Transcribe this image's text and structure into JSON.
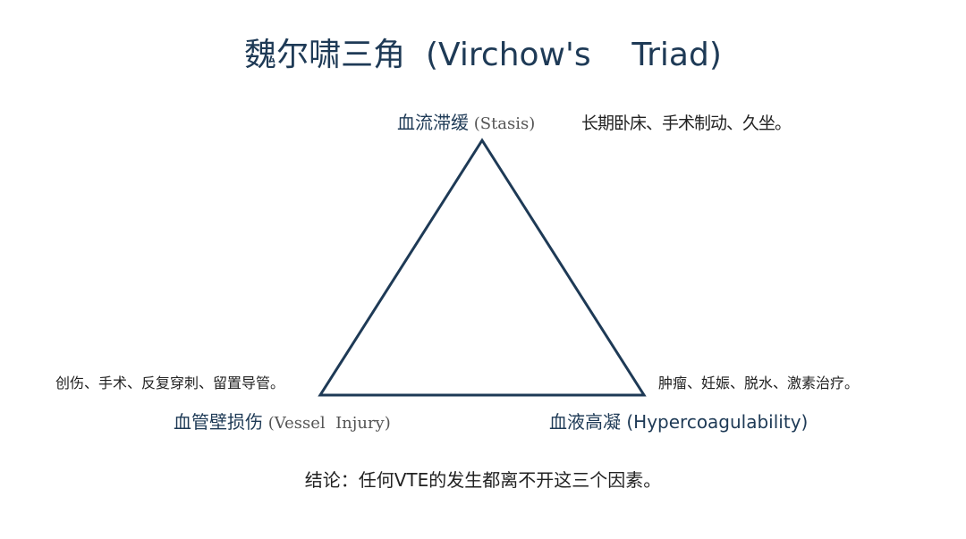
{
  "title": "魏尔啸三角  (Virchow's    Triad)",
  "vertices": {
    "top": {
      "label_cn": "血流滞缓",
      "label_en": " (Stasis)",
      "description": "长期卧床、手术制动、久坐。"
    },
    "left": {
      "label_cn": "血管壁损伤",
      "label_en": " (Vessel  Injury)",
      "description": "创伤、手术、反复穿刺、留置导管。"
    },
    "right": {
      "label_cn": "血液高凝",
      "label_en": " (Hypercoagulability)",
      "description": "肿瘤、妊娠、脱水、激素治疗。"
    }
  },
  "conclusion": "结论：任何VTE的发生都离不开这三个因素。",
  "colors": {
    "title": "#1e3a56",
    "triangle_stroke": "#1e3a56"
  }
}
